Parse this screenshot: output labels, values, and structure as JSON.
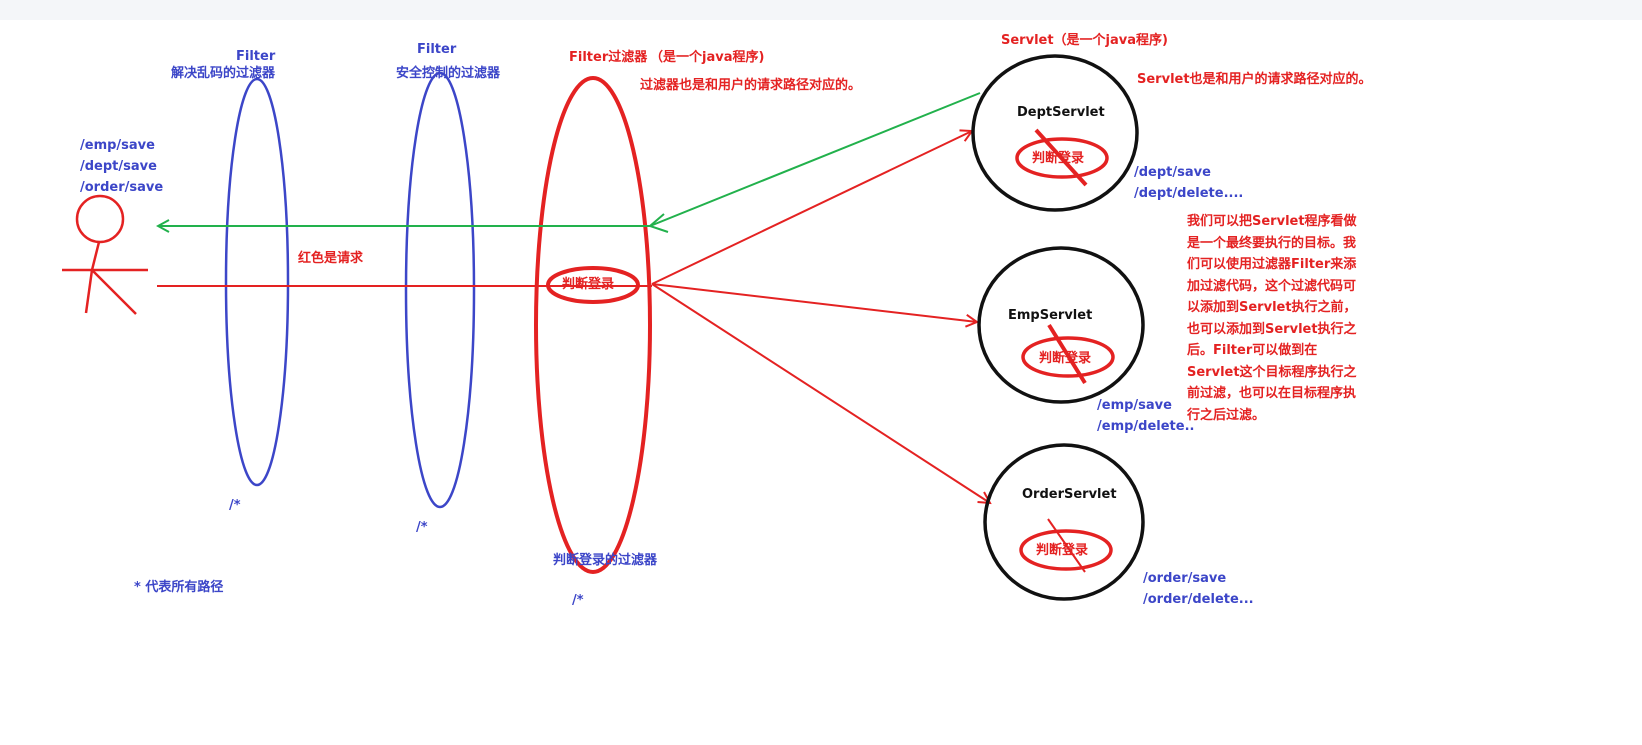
{
  "colors": {
    "blue": "#3c46c8",
    "red": "#e42222",
    "green": "#22b14c",
    "black": "#111111"
  },
  "user": {
    "icon": "stick-figure-icon",
    "paths": [
      "/emp/save",
      "/dept/save",
      "/order/save"
    ]
  },
  "filters": [
    {
      "name": "Filter",
      "desc": "解决乱码的过滤器",
      "pattern": "/*"
    },
    {
      "name": "Filter",
      "desc": "安全控制的过滤器",
      "pattern": "/*"
    }
  ],
  "login_filter": {
    "title": "Filter过滤器",
    "title_note": "（是一个java程序)",
    "subtitle": "过滤器也是和用户的请求路径对应的。",
    "inner_label": "判断登录",
    "bottom_label": "判断登录的过滤器",
    "pattern": "/*"
  },
  "request_label": "红色是请求",
  "star_note": "* 代表所有路径",
  "servlet_header": {
    "title": "Servlet（是一个java程序)",
    "subtitle": "Servlet也是和用户的请求路径对应的。"
  },
  "servlets": [
    {
      "name": "DeptServlet",
      "inner": "判断登录",
      "paths": [
        "/dept/save",
        "/dept/delete...."
      ]
    },
    {
      "name": "EmpServlet",
      "inner": "判断登录",
      "paths": [
        "/emp/save",
        "/emp/delete.."
      ]
    },
    {
      "name": "OrderServlet",
      "inner": "判断登录",
      "paths": [
        "/order/save",
        "/order/delete..."
      ]
    }
  ],
  "explanation": "我们可以把Servlet程序看做是一个最终要执行的目标。我们可以使用过滤器Filter来添加过滤代码，这个过滤代码可以添加到Servlet执行之前，也可以添加到Servlet执行之后。Filter可以做到在Servlet这个目标程序执行之前过滤，也可以在目标程序执行之后过滤。"
}
